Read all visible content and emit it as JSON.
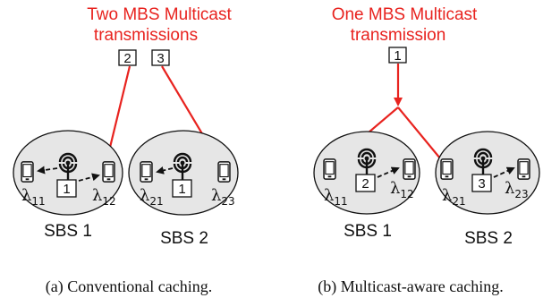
{
  "left": {
    "title_line1": "Two MBS Multicast",
    "title_line2": "transmissions",
    "box_a": "2",
    "box_b": "3",
    "cell1": {
      "label": "SBS 1",
      "cache": "1",
      "user_left_sub": "11",
      "user_right_sub": "12"
    },
    "cell2": {
      "label": "SBS 2",
      "cache": "1",
      "user_left_sub": "21",
      "user_right_sub": "23"
    },
    "caption": "(a)  Conventional caching."
  },
  "right": {
    "title_line1": "One MBS Multicast",
    "title_line2": "transmission",
    "box": "1",
    "cell1": {
      "label": "SBS 1",
      "cache": "2",
      "user_left_sub": "11",
      "user_right_sub": "12"
    },
    "cell2": {
      "label": "SBS 2",
      "cache": "3",
      "user_left_sub": "21",
      "user_right_sub": "23"
    },
    "caption": "(b)  Multicast-aware caching."
  },
  "lambda_symbol": "λ",
  "colors": {
    "red": "#e8231f",
    "cell_fill": "#e6e6e6",
    "ink": "#111111"
  }
}
